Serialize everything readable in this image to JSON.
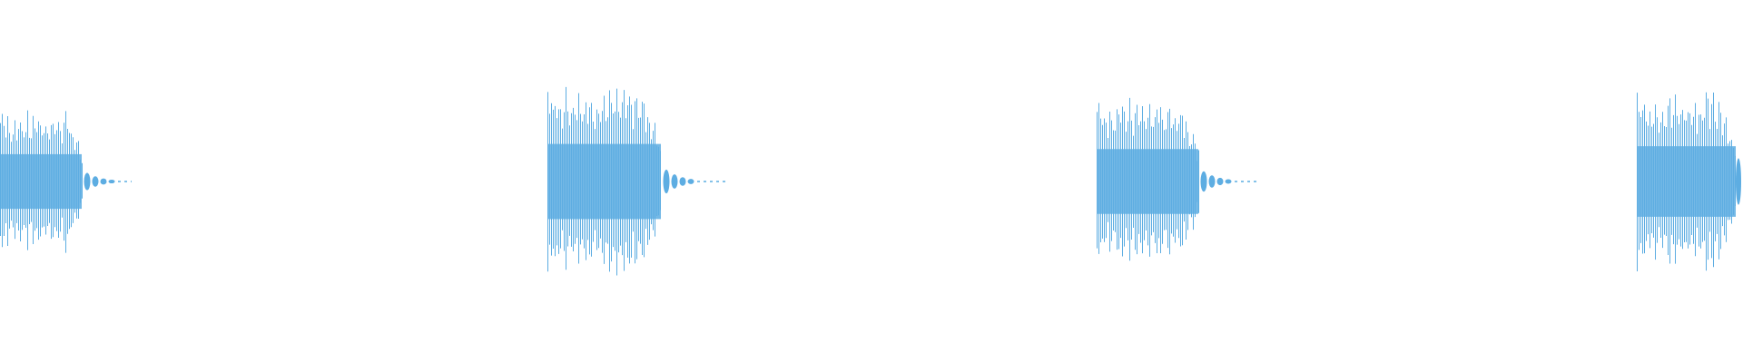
{
  "waveform": {
    "color": "#5dade2",
    "background": "#ffffff",
    "bursts": [
      {
        "peak_amplitude": 0.48,
        "decay": "tail-fade"
      },
      {
        "peak_amplitude": 0.66,
        "decay": "tail-fade"
      },
      {
        "peak_amplitude": 0.57,
        "decay": "tail-fade"
      },
      {
        "peak_amplitude": 0.62,
        "decay": "cut-off"
      }
    ]
  }
}
